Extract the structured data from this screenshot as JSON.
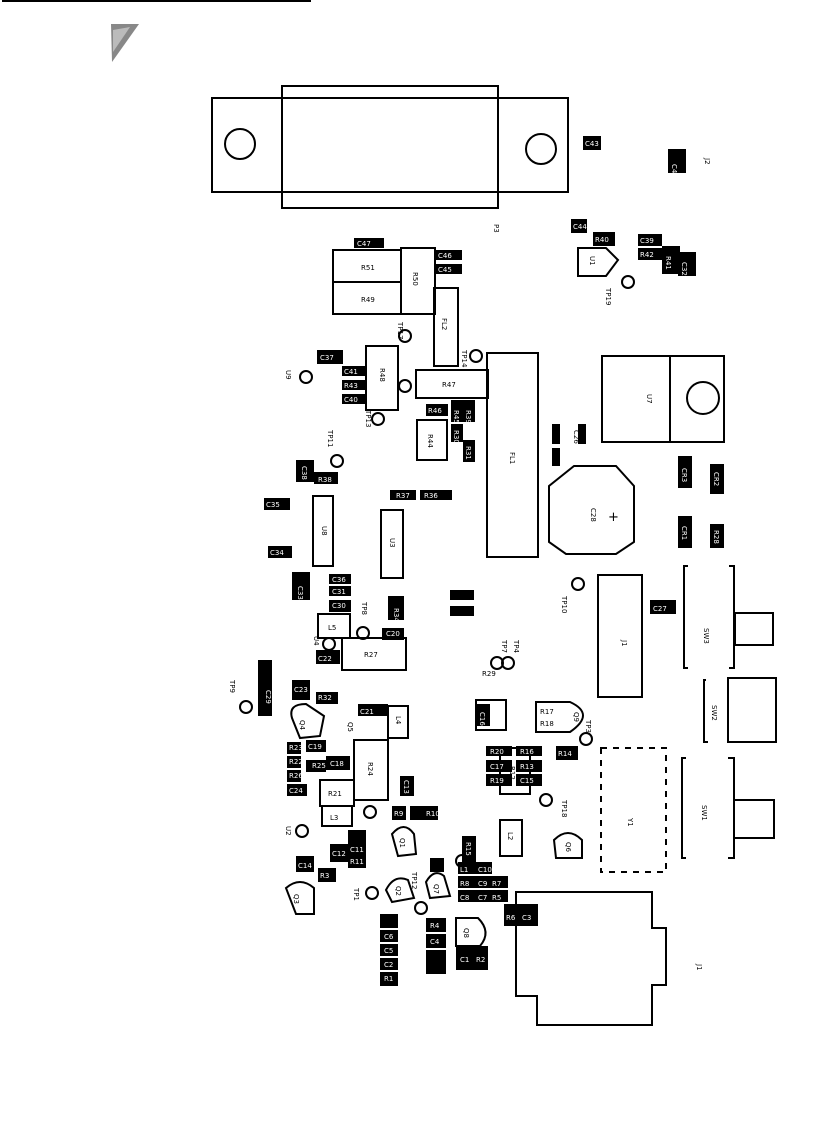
{
  "diagram": {
    "connectors": {
      "p3": "P3",
      "j1": "J1",
      "j2": "J2"
    },
    "switches": {
      "sw1": "SW1",
      "sw2": "SW2",
      "sw3": "SW3"
    },
    "ics": {
      "u1": "U1",
      "u2": "U2",
      "u3": "U3",
      "u4": "U4",
      "u7": "U7",
      "u8": "U8",
      "u9": "U9"
    },
    "transistors": {
      "q1": "Q1",
      "q2": "Q2",
      "q3": "Q3",
      "q4": "Q4",
      "q5": "Q5",
      "q6": "Q6",
      "q7": "Q7",
      "q8": "Q8",
      "q9": "Q9"
    },
    "test_points": {
      "tp1": "TP1",
      "tp2": "TP2",
      "tp3": "TP3",
      "tp4": "TP4",
      "tp7": "TP7",
      "tp8": "TP8",
      "tp9": "TP9",
      "tp10": "TP10",
      "tp11": "TP11",
      "tp12": "TP12",
      "tp13": "TP13",
      "tp14": "TP14",
      "tp17": "TP17",
      "tp18": "TP18",
      "tp19": "TP19"
    },
    "filters": {
      "fl1": "FL1",
      "fl2": "FL2"
    },
    "inductors": {
      "l1": "L1",
      "l2": "L2",
      "l3": "L3",
      "l4": "L4",
      "l5": "L5"
    },
    "capacitors": {
      "c26": "C26",
      "c27": "C27",
      "c28": "C28",
      "c31": "C31",
      "c32": "C32",
      "c33": "C33",
      "c34": "C34",
      "c35": "C35",
      "c41": "C41",
      "c43": "C43",
      "c46": "C46",
      "c47": "C47",
      "c37": "C37",
      "c20": "C20",
      "c22": "C22",
      "c14": "C14",
      "c13": "C13",
      "c24": "C24",
      "c25": "C25",
      "c40": "C40",
      "c42": "C42",
      "c44": "C44",
      "c45": "C45",
      "c9": "C9",
      "c7": "C7",
      "c6": "C6",
      "c5": "C5",
      "c4": "C4",
      "c3": "C3",
      "c2": "C2",
      "c1": "C1",
      "c8": "C8",
      "c10": "C10",
      "c11": "C11",
      "c12": "C12",
      "c15": "C15",
      "c16": "C16",
      "c17": "C17",
      "c18": "C18",
      "c19": "C19",
      "c21": "C21",
      "c23": "C23",
      "c29": "C29",
      "c30": "C30",
      "c36": "C36",
      "c38": "C38",
      "c39": "C39"
    },
    "resistors": {
      "r51": "R51",
      "r49": "R49",
      "r50": "R50",
      "r48": "R48",
      "r47": "R47",
      "r46": "R46",
      "r45": "R45",
      "r44": "R44",
      "r43": "R43",
      "r42": "R42",
      "r41": "R41",
      "r40": "R40",
      "r39": "R39",
      "r38": "R38",
      "r37": "R37",
      "r36": "R36",
      "r35": "R35",
      "r34": "R34",
      "r33": "R33",
      "r32": "R32",
      "r31": "R31",
      "r30": "R30",
      "r29": "R29",
      "r28": "R28",
      "r27": "R27",
      "r26": "R26",
      "r25": "R25",
      "r24": "R24",
      "r23": "R23",
      "r22": "R22",
      "r21": "R21",
      "r20": "R20",
      "r19": "R19",
      "r18": "R18",
      "r17": "R17",
      "r16": "R16",
      "r15": "R15",
      "r14": "R14",
      "r13": "R13",
      "r12": "R12",
      "r11": "R11",
      "r10": "R10",
      "r9": "R9",
      "r8": "R8",
      "r7": "R7",
      "r6": "R6",
      "r5": "R5",
      "r4": "R4",
      "r3": "R3",
      "r2": "R2",
      "r1": "R1"
    },
    "crystals": {
      "y1": "Y1"
    },
    "diodes": {
      "cr1": "CR1",
      "cr2": "CR2",
      "cr3": "CR3"
    },
    "polarity_mark": "+"
  }
}
